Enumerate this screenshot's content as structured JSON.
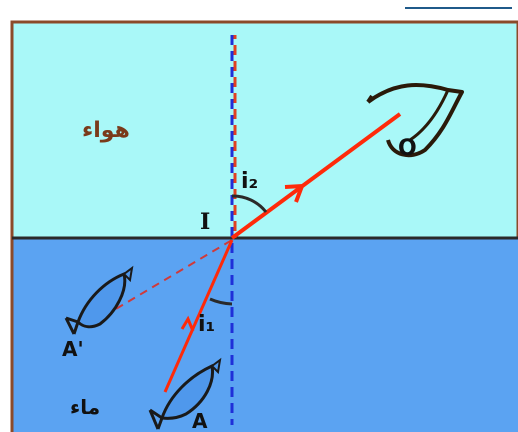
{
  "labels": {
    "air": "هواء",
    "water": "ماء",
    "incidence_point": "I",
    "angle_air": "i₂",
    "angle_water": "i₁",
    "fish_real": "A",
    "fish_image": "A'",
    "eye": "O"
  },
  "colors": {
    "air_fill": "#a9f8f8",
    "water_fill": "#5ba3f2",
    "border": "#8b4a2a",
    "interface": "#2a2a2a",
    "ray": "#ff2a0a",
    "normal_blue": "#1f2fd8",
    "normal_red": "#e04020",
    "extension": "#d03a3a",
    "fish_outline": "#1a1a1a",
    "fish_fill": "#4f98ec",
    "eye_outline": "#2a1a0a",
    "air_label": "#7a3a1a",
    "text_dark": "#111111",
    "accent_top": "#1f5a8a"
  },
  "icons": {
    "eye": "eye-icon",
    "fish_real": "fish-icon",
    "fish_image": "fish-image-icon"
  }
}
